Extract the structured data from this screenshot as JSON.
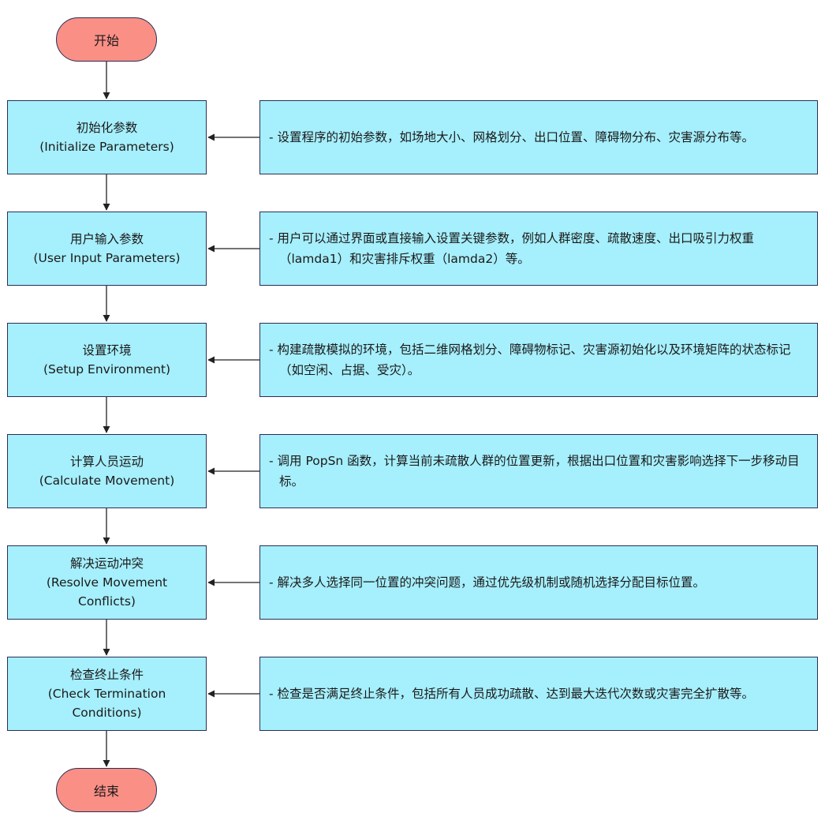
{
  "diagram": {
    "type": "flowchart",
    "start": {
      "label": "开始"
    },
    "end": {
      "label": "结束"
    },
    "steps": [
      {
        "title_cn": "初始化参数",
        "title_en": "(Initialize Parameters)",
        "description": "- 设置程序的初始参数，如场地大小、网格划分、出口位置、障碍物分布、灾害源分布等。"
      },
      {
        "title_cn": "用户输入参数",
        "title_en": "(User Input Parameters)",
        "description": "- 用户可以通过界面或直接输入设置关键参数，例如人群密度、疏散速度、出口吸引力权重（lamda1）和灾害排斥权重（lamda2）等。"
      },
      {
        "title_cn": "设置环境",
        "title_en": "(Setup Environment)",
        "description": "- 构建疏散模拟的环境，包括二维网格划分、障碍物标记、灾害源初始化以及环境矩阵的状态标记（如空闲、占据、受灾）。"
      },
      {
        "title_cn": "计算人员运动",
        "title_en": "(Calculate Movement)",
        "description": "- 调用 PopSn 函数，计算当前未疏散人群的位置更新，根据出口位置和灾害影响选择下一步移动目标。"
      },
      {
        "title_cn": "解决运动冲突",
        "title_en": "(Resolve Movement Conflicts)",
        "description": "- 解决多人选择同一位置的冲突问题，通过优先级机制或随机选择分配目标位置。"
      },
      {
        "title_cn": "检查终止条件",
        "title_en": "(Check Termination Conditions)",
        "description": "- 检查是否满足终止条件，包括所有人员成功疏散、达到最大迭代次数或灾害完全扩散等。"
      }
    ],
    "colors": {
      "terminal_fill": "#fa8f86",
      "process_fill": "#a6effc",
      "border": "#2a2f55",
      "arrow": "#222222"
    }
  }
}
